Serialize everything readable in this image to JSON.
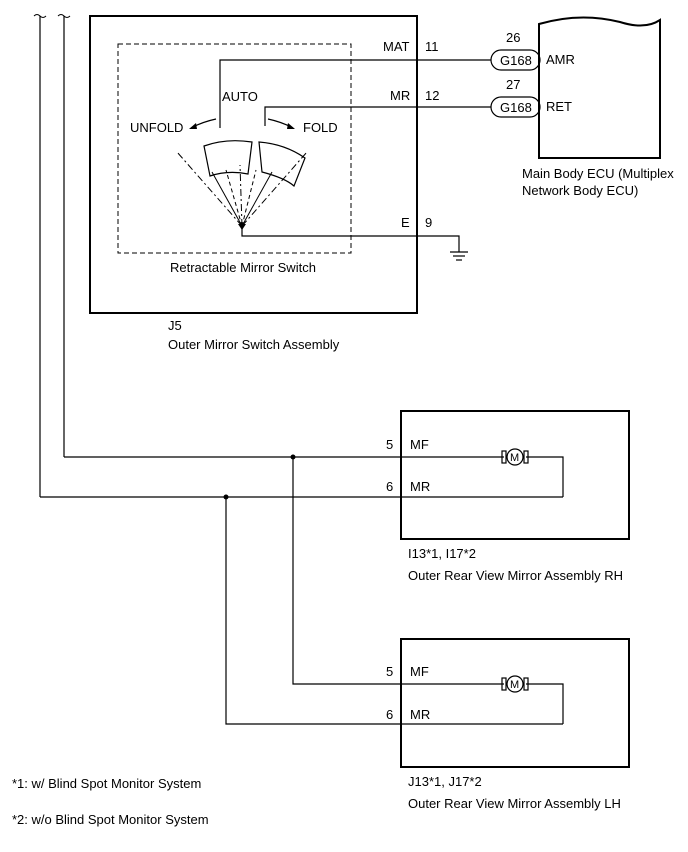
{
  "switch_assembly": {
    "code": "J5",
    "name": "Outer Mirror Switch Assembly",
    "inner_name": "Retractable Mirror Switch",
    "positions": {
      "unfold": "UNFOLD",
      "auto": "AUTO",
      "fold": "FOLD"
    },
    "terminals": [
      {
        "label": "MAT",
        "pin": "11"
      },
      {
        "label": "MR",
        "pin": "12"
      },
      {
        "label": "E",
        "pin": "9"
      }
    ]
  },
  "ecu": {
    "name_line1": "Main Body ECU (Multiplex",
    "name_line2": "Network Body ECU)",
    "connectors": [
      {
        "pin": "26",
        "connector": "G168",
        "terminal": "AMR"
      },
      {
        "pin": "27",
        "connector": "G168",
        "terminal": "RET"
      }
    ]
  },
  "mirror_rh": {
    "code": "I13*1, I17*2",
    "name": "Outer Rear View Mirror Assembly RH",
    "terminals": [
      {
        "pin": "5",
        "label": "MF"
      },
      {
        "pin": "6",
        "label": "MR"
      }
    ],
    "motor_symbol": "M"
  },
  "mirror_lh": {
    "code": "J13*1, J17*2",
    "name": "Outer Rear View Mirror Assembly LH",
    "terminals": [
      {
        "pin": "5",
        "label": "MF"
      },
      {
        "pin": "6",
        "label": "MR"
      }
    ],
    "motor_symbol": "M"
  },
  "notes": [
    "*1: w/ Blind Spot Monitor System",
    "*2: w/o Blind Spot Monitor System"
  ]
}
